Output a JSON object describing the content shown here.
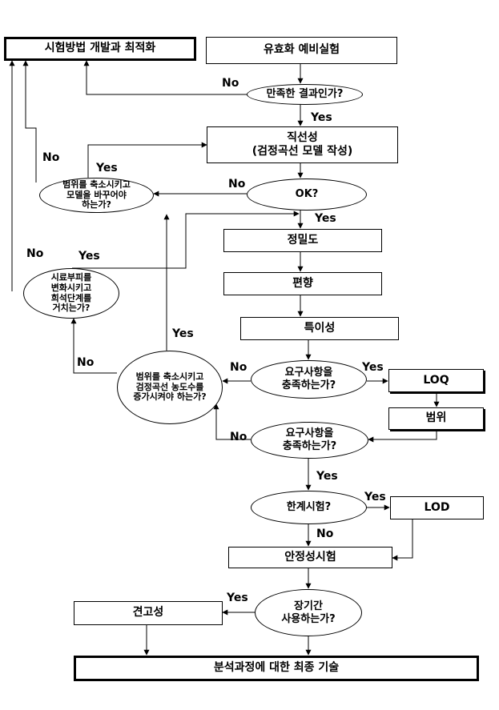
{
  "boxes": {
    "method_dev": "시험방법 개발과 최적화",
    "prelim": "유효화 예비실험",
    "linearity": "직선성\n(검정곡선 모델 작성)",
    "precision": "정밀도",
    "bias": "편향",
    "specificity": "특이성",
    "loq": "LOQ",
    "range": "범위",
    "lod": "LOD",
    "stability": "안정성시험",
    "robustness": "견고성",
    "final": "분석과정에 대한 최종 기술"
  },
  "decisions": {
    "satisfactory": "만족한 결과인가?",
    "ok": "OK?",
    "narrow_model": "범위를 축소시키고\n모델을 바꾸어야\n하는가?",
    "sample_change": "시료부피를\n변화시키고\n희석단계를\n거치는가?",
    "requirements_1": "요구사항을\n충족하는가?",
    "narrow_conc": "범위를 축소시키고\n검정곡선 농도수를\n증가시켜야 하는가?",
    "requirements_2": "요구사항을\n충족하는가?",
    "limit_test": "한계시험?",
    "long_term": "장기간\n사용하는가?"
  },
  "labels": {
    "no_satisfactory": "No",
    "yes_satisfactory": "Yes",
    "no_ok": "No",
    "yes_ok": "Yes",
    "no_narrow_model": "No",
    "yes_narrow_model": "Yes",
    "no_sample": "No",
    "yes_sample": "Yes",
    "yes_narrow_conc": "Yes",
    "no_narrow_conc": "No",
    "no_req1": "No",
    "yes_req1": "Yes",
    "no_req2": "No",
    "yes_req2": "Yes",
    "yes_limit": "Yes",
    "no_limit": "No",
    "yes_long_term": "Yes"
  }
}
